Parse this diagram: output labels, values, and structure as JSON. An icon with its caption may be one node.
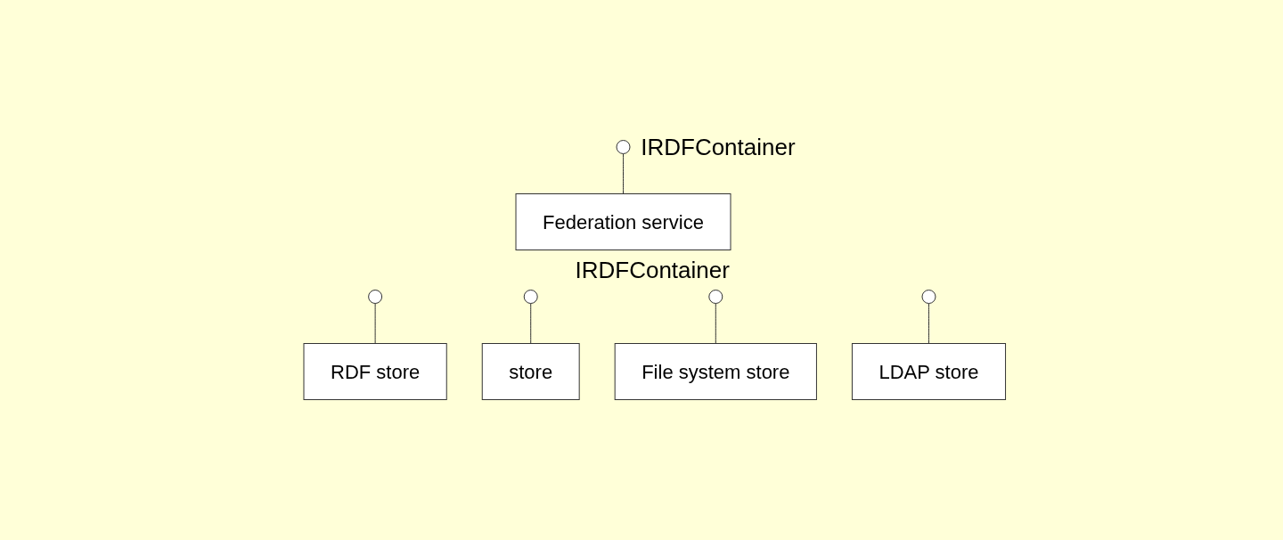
{
  "diagram": {
    "nodes": [
      {
        "text": [],
        "shape": "circle",
        "beside": [
          "IRDFContainer"
        ]
      },
      {
        "text": [
          "Federation service"
        ]
      },
      {
        "text": [],
        "shape": "circle"
      },
      {
        "text": [],
        "shape": "circle"
      },
      {
        "text": [],
        "shape": "circle"
      },
      {
        "text": [],
        "shape": "circle"
      },
      {
        "text": [
          "RDF store"
        ]
      },
      {
        "text": [
          "store"
        ]
      },
      {
        "text": [
          "File system store"
        ]
      },
      {
        "text": [
          "LDAP store"
        ]
      }
    ],
    "edges": [
      {
        "from": 0,
        "to": 1,
        "arrow": "none"
      },
      {
        "from": 2,
        "to": 6,
        "arrow": "none"
      },
      {
        "from": 3,
        "to": 7,
        "arrow": "none"
      },
      {
        "from": 4,
        "to": 8,
        "arrow": "none"
      },
      {
        "from": 5,
        "to": 9,
        "arrow": "none"
      }
    ],
    "labels": [
      "IRDFContainer"
    ]
  }
}
